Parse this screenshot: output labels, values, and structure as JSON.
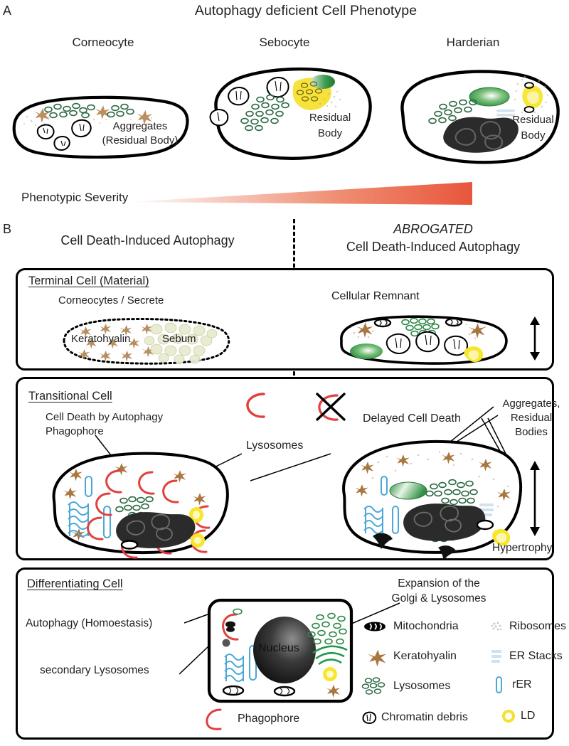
{
  "figure": {
    "panelA": {
      "tag": "A",
      "title": "Autophagy deficient Cell Phenotype",
      "cells": [
        {
          "name": "Corneocyte",
          "inner_label_line1": "Aggregates",
          "inner_label_line2": "(Residual Body)"
        },
        {
          "name": "Sebocyte",
          "inner_label_line1": "Residual",
          "inner_label_line2": "Body"
        },
        {
          "name": "Harderian",
          "inner_label_line1": "Residual",
          "inner_label_line2": "Body"
        }
      ],
      "severity_label": "Phenotypic Severity",
      "severity_gradient": {
        "from": "#ffffff",
        "to": "#e8563c"
      }
    },
    "panelB": {
      "tag": "B",
      "column_left_title": "Cell Death-Induced Autophagy",
      "column_right_title_emphasis": "ABROGATED",
      "column_right_title": "Cell Death-Induced Autophagy",
      "rows": [
        {
          "heading": "Terminal Cell (Material)",
          "left_label": "Corneocytes / Secrete",
          "left_inner_labels": [
            "Keratohyalin",
            "Sebum"
          ],
          "right_label": "Cellular Remnant"
        },
        {
          "heading": "Transitional Cell",
          "left_label_line1": "Cell Death by Autophagy",
          "left_label_line2": "Phagophore",
          "center_label": "Lysosomes",
          "right_label": "Delayed Cell Death",
          "right_callout_lines": [
            "Aggregates,",
            "Residual",
            "Bodies"
          ],
          "right_bottom_label": "Hypertrophy"
        },
        {
          "heading": "Differentiating Cell",
          "left_label_top": "Autophagy (Homoestasis)",
          "left_label_bottom": "secondary Lysosomes",
          "right_label_lines": [
            "Expansion of the",
            "Golgi & Lysosomes"
          ],
          "nucleus_label": "Nucleus"
        }
      ]
    },
    "legend": {
      "items": [
        {
          "key": "mitochondria",
          "label": "Mitochondria",
          "icon": "mitochondria-icon",
          "color": "#000000"
        },
        {
          "key": "ribosomes",
          "label": "Ribosomes",
          "icon": "ribosomes-icon",
          "color": "#c8cdd2"
        },
        {
          "key": "keratohyalin",
          "label": "Keratohyalin",
          "icon": "keratohyalin-icon",
          "color": "#a9763f"
        },
        {
          "key": "er_stacks",
          "label": "ER Stacks",
          "icon": "er-stacks-icon",
          "color": "#cfe0ee"
        },
        {
          "key": "lysosomes",
          "label": "Lysosomes",
          "icon": "lysosomes-icon",
          "color": "#2f6b45"
        },
        {
          "key": "rer",
          "label": "rER",
          "icon": "rer-icon",
          "color": "#4aa8d8"
        },
        {
          "key": "chromatin_debris",
          "label": "Chromatin debris",
          "icon": "chromatin-debris-icon",
          "color": "#000000"
        },
        {
          "key": "ld",
          "label": "LD",
          "icon": "ld-icon",
          "color": "#f5e02a"
        },
        {
          "key": "phagophore",
          "label": "Phagophore",
          "icon": "phagophore-icon",
          "color": "#e0413f"
        }
      ]
    },
    "colors": {
      "outline": "#000000",
      "lysosome_green": "#2f6b45",
      "golgi_green": "#1f9a4d",
      "keratohyalin_brown": "#a9763f",
      "rer_blue": "#4aa8d8",
      "lipid_yellow": "#f5e02a",
      "phagophore_red": "#e0413f",
      "severity_red": "#e8563c"
    }
  }
}
